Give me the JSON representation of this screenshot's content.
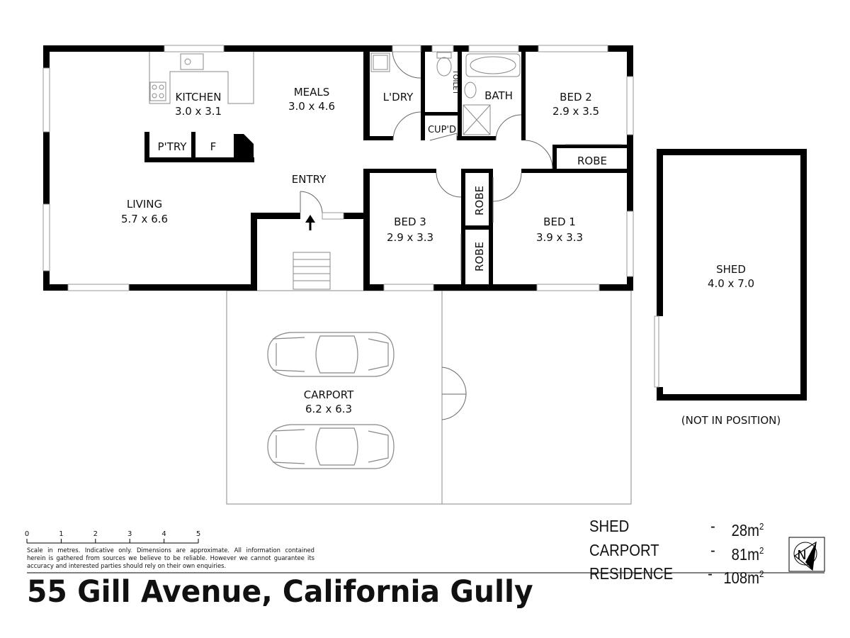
{
  "rooms": {
    "kitchen": {
      "name": "KITCHEN",
      "size": "3.0 x 3.1"
    },
    "meals": {
      "name": "MEALS",
      "size": "3.0 x 4.6"
    },
    "laundry": {
      "name": "L'DRY"
    },
    "toilet": {
      "name": "TOILET"
    },
    "bath": {
      "name": "BATH"
    },
    "cupboard": {
      "name": "CUP'D"
    },
    "bed2": {
      "name": "BED 2",
      "size": "2.9 x 3.5"
    },
    "robe_bed2": {
      "name": "ROBE"
    },
    "pantry": {
      "name": "P'TRY"
    },
    "fridge": {
      "name": "F"
    },
    "entry": {
      "name": "ENTRY"
    },
    "living": {
      "name": "LIVING",
      "size": "5.7 x 6.6"
    },
    "bed3": {
      "name": "BED 3",
      "size": "2.9 x 3.3"
    },
    "robe_upper": {
      "name": "ROBE"
    },
    "robe_lower": {
      "name": "ROBE"
    },
    "bed1": {
      "name": "BED 1",
      "size": "3.9 x 3.3"
    },
    "carport": {
      "name": "CARPORT",
      "size": "6.2 x 6.3"
    },
    "shed": {
      "name": "SHED",
      "size": "4.0 x 7.0",
      "note": "(NOT IN POSITION)"
    }
  },
  "scale": {
    "ticks": [
      "0",
      "1",
      "2",
      "3",
      "4",
      "5"
    ],
    "disclaimer": [
      "Scale in metres. Indicative only. Dimensions are approximate. All information contained",
      "herein is gathered from sources we believe to be reliable. However we cannot guarantee its",
      "accuracy and interested parties should rely on their own enquiries."
    ]
  },
  "areas": [
    {
      "name": "SHED",
      "dash": "-",
      "value": "28m",
      "sup": "2"
    },
    {
      "name": "CARPORT",
      "dash": "-",
      "value": "81m",
      "sup": "2"
    },
    {
      "name": "RESIDENCE",
      "dash": "-",
      "value": "108m",
      "sup": "2"
    }
  ],
  "compass": {
    "letter": "N"
  },
  "address": "55 Gill Avenue, California Gully"
}
